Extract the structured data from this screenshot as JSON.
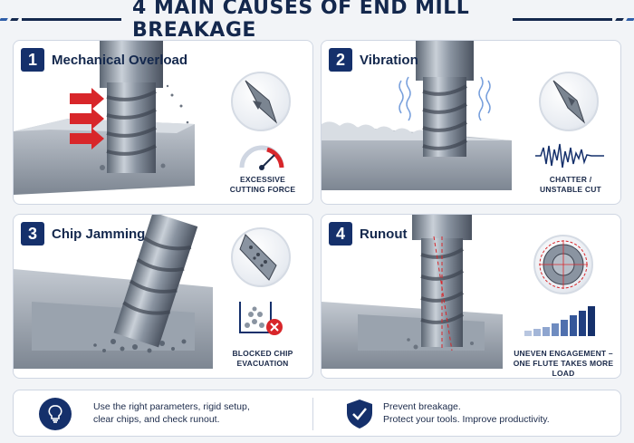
{
  "title": "4 MAIN CAUSES OF END MILL BREAKAGE",
  "panels": [
    {
      "number": "1",
      "title": "Mechanical Overload",
      "caption_line1": "EXCESSIVE",
      "caption_line2": "CUTTING FORCE"
    },
    {
      "number": "2",
      "title": "Vibration",
      "caption_line1": "CHATTER /",
      "caption_line2": "UNSTABLE CUT"
    },
    {
      "number": "3",
      "title": "Chip Jamming",
      "caption_line1": "BLOCKED CHIP",
      "caption_line2": "EVACUATION"
    },
    {
      "number": "4",
      "title": "Runout",
      "caption_line1": "UNEVEN ENGAGEMENT –",
      "caption_line2": "ONE FLUTE TAKES MORE LOAD"
    }
  ],
  "footer": {
    "left_line1": "Use the right parameters, rigid setup,",
    "left_line2": "clear chips, and check runout.",
    "right_line1": "Prevent breakage.",
    "right_line2": "Protect your tools. Improve productivity."
  },
  "colors": {
    "navy": "#15306b",
    "accent_red": "#d8262a",
    "steel": "#8c96a3"
  }
}
